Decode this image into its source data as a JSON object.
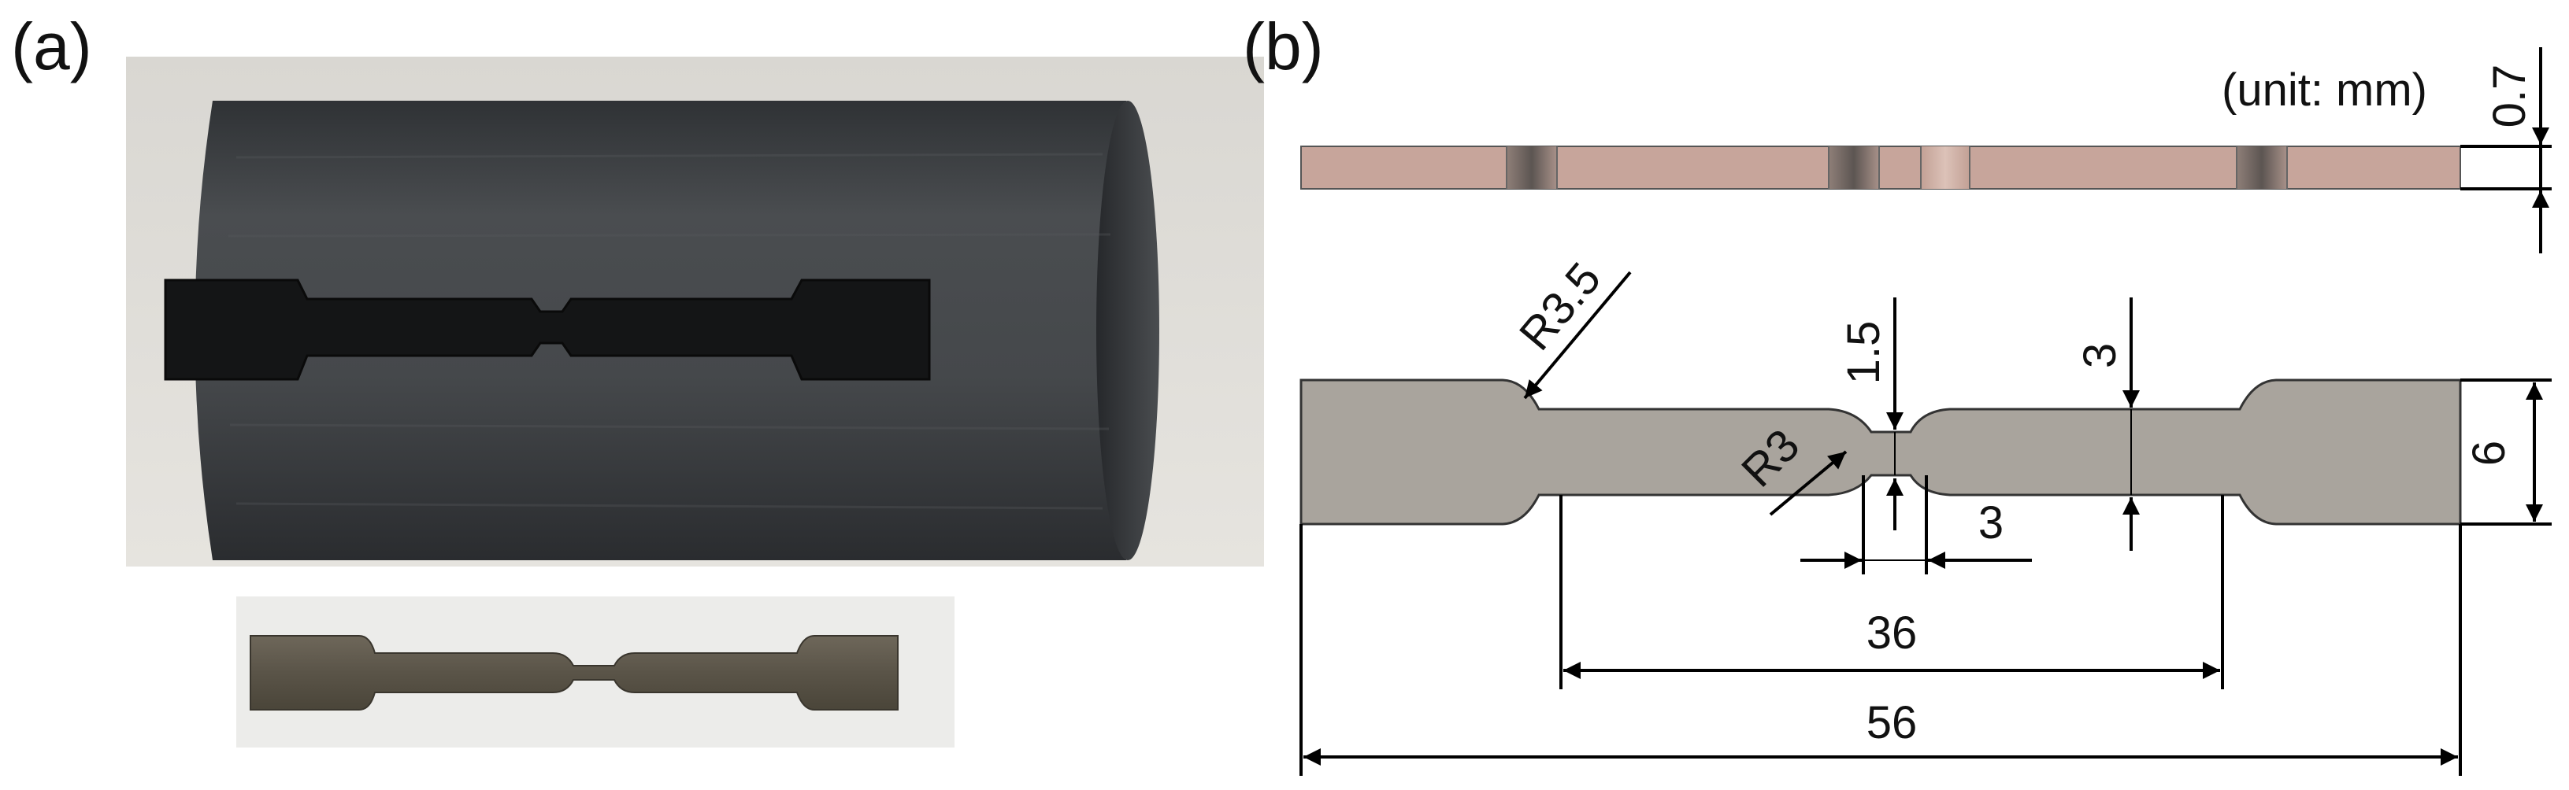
{
  "panel_a": {
    "label": "(a)"
  },
  "panel_b": {
    "label": "(b)",
    "unit_note": "(unit: mm)",
    "dimensions": {
      "thickness": "0.7",
      "radius_shoulder": "R3.5",
      "radius_notch": "R3",
      "notch_depth": "1.5",
      "gauge_width": "3",
      "notch_length": "3",
      "grip_width": "6",
      "gauge_length": "36",
      "total_length": "56"
    }
  },
  "colors": {
    "specimen_top": "#c7a59b",
    "specimen_fill": "#a9a49d",
    "mold_dark": "#3f4245",
    "line": "#000000"
  }
}
